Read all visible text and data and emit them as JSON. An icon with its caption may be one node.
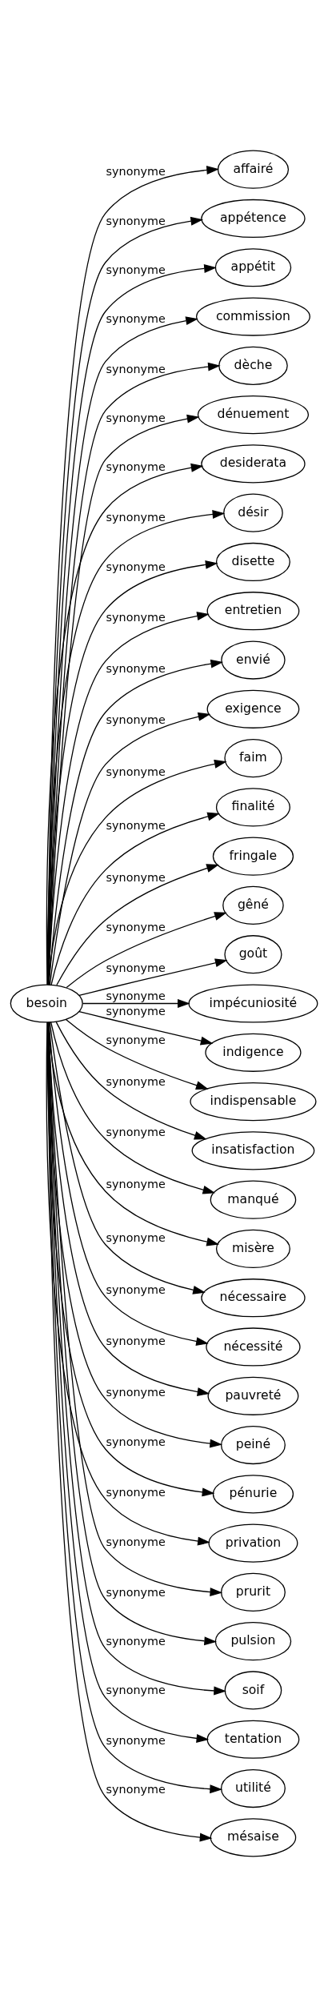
{
  "diagram": {
    "nodes": [
      {
        "text": [
          "besoin"
        ]
      },
      {
        "text": [
          "affairé"
        ]
      },
      {
        "text": [
          "appétence"
        ]
      },
      {
        "text": [
          "appétit"
        ]
      },
      {
        "text": [
          "commission"
        ]
      },
      {
        "text": [
          "dèche"
        ]
      },
      {
        "text": [
          "dénuement"
        ]
      },
      {
        "text": [
          "desiderata"
        ]
      },
      {
        "text": [
          "désir"
        ]
      },
      {
        "text": [
          "disette"
        ]
      },
      {
        "text": [
          "entretien"
        ]
      },
      {
        "text": [
          "envié"
        ]
      },
      {
        "text": [
          "exigence"
        ]
      },
      {
        "text": [
          "faim"
        ]
      },
      {
        "text": [
          "finalité"
        ]
      },
      {
        "text": [
          "fringale"
        ]
      },
      {
        "text": [
          "gêné"
        ]
      },
      {
        "text": [
          "goût"
        ]
      },
      {
        "text": [
          "impécuniosité"
        ]
      },
      {
        "text": [
          "indigence"
        ]
      },
      {
        "text": [
          "indispensable"
        ]
      },
      {
        "text": [
          "insatisfaction"
        ]
      },
      {
        "text": [
          "manqué"
        ]
      },
      {
        "text": [
          "misère"
        ]
      },
      {
        "text": [
          "nécessaire"
        ]
      },
      {
        "text": [
          "nécessité"
        ]
      },
      {
        "text": [
          "pauvreté"
        ]
      },
      {
        "text": [
          "peiné"
        ]
      },
      {
        "text": [
          "pénurie"
        ]
      },
      {
        "text": [
          "privation"
        ]
      },
      {
        "text": [
          "prurit"
        ]
      },
      {
        "text": [
          "pulsion"
        ]
      },
      {
        "text": [
          "soif"
        ]
      },
      {
        "text": [
          "tentation"
        ]
      },
      {
        "text": [
          "utilité"
        ]
      },
      {
        "text": [
          "mésaise"
        ]
      }
    ],
    "edges": [
      {
        "from": 0,
        "to": 1,
        "arrow": "to",
        "label": "synonyme"
      },
      {
        "from": 0,
        "to": 2,
        "arrow": "to",
        "label": "synonyme"
      },
      {
        "from": 0,
        "to": 3,
        "arrow": "to",
        "label": "synonyme"
      },
      {
        "from": 0,
        "to": 4,
        "arrow": "to",
        "label": "synonyme"
      },
      {
        "from": 0,
        "to": 5,
        "arrow": "to",
        "label": "synonyme"
      },
      {
        "from": 0,
        "to": 6,
        "arrow": "to",
        "label": "synonyme"
      },
      {
        "from": 0,
        "to": 7,
        "arrow": "to",
        "label": "synonyme"
      },
      {
        "from": 0,
        "to": 8,
        "arrow": "to",
        "label": "synonyme"
      },
      {
        "from": 0,
        "to": 9,
        "arrow": "to",
        "label": "synonyme"
      },
      {
        "from": 0,
        "to": 10,
        "arrow": "to",
        "label": "synonyme"
      },
      {
        "from": 0,
        "to": 11,
        "arrow": "to",
        "label": "synonyme"
      },
      {
        "from": 0,
        "to": 12,
        "arrow": "to",
        "label": "synonyme"
      },
      {
        "from": 0,
        "to": 13,
        "arrow": "to",
        "label": "synonyme"
      },
      {
        "from": 0,
        "to": 14,
        "arrow": "to",
        "label": "synonyme"
      },
      {
        "from": 0,
        "to": 15,
        "arrow": "to",
        "label": "synonyme"
      },
      {
        "from": 0,
        "to": 16,
        "arrow": "to",
        "label": "synonyme"
      },
      {
        "from": 0,
        "to": 17,
        "arrow": "to",
        "label": "synonyme"
      },
      {
        "from": 0,
        "to": 18,
        "arrow": "to",
        "label": "synonyme"
      },
      {
        "from": 0,
        "to": 19,
        "arrow": "to",
        "label": "synonyme"
      },
      {
        "from": 0,
        "to": 20,
        "arrow": "to",
        "label": "synonyme"
      },
      {
        "from": 0,
        "to": 21,
        "arrow": "to",
        "label": "synonyme"
      },
      {
        "from": 0,
        "to": 22,
        "arrow": "to",
        "label": "synonyme"
      },
      {
        "from": 0,
        "to": 23,
        "arrow": "to",
        "label": "synonyme"
      },
      {
        "from": 0,
        "to": 24,
        "arrow": "to",
        "label": "synonyme"
      },
      {
        "from": 0,
        "to": 25,
        "arrow": "to",
        "label": "synonyme"
      },
      {
        "from": 0,
        "to": 26,
        "arrow": "to",
        "label": "synonyme"
      },
      {
        "from": 0,
        "to": 27,
        "arrow": "to",
        "label": "synonyme"
      },
      {
        "from": 0,
        "to": 28,
        "arrow": "to",
        "label": "synonyme"
      },
      {
        "from": 0,
        "to": 29,
        "arrow": "to",
        "label": "synonyme"
      },
      {
        "from": 0,
        "to": 30,
        "arrow": "to",
        "label": "synonyme"
      },
      {
        "from": 0,
        "to": 31,
        "arrow": "to",
        "label": "synonyme"
      },
      {
        "from": 0,
        "to": 32,
        "arrow": "to",
        "label": "synonyme"
      },
      {
        "from": 0,
        "to": 33,
        "arrow": "to",
        "label": "synonyme"
      },
      {
        "from": 0,
        "to": 34,
        "arrow": "to",
        "label": "synonyme"
      },
      {
        "from": 0,
        "to": 35,
        "arrow": "to",
        "label": "synonyme"
      }
    ]
  }
}
